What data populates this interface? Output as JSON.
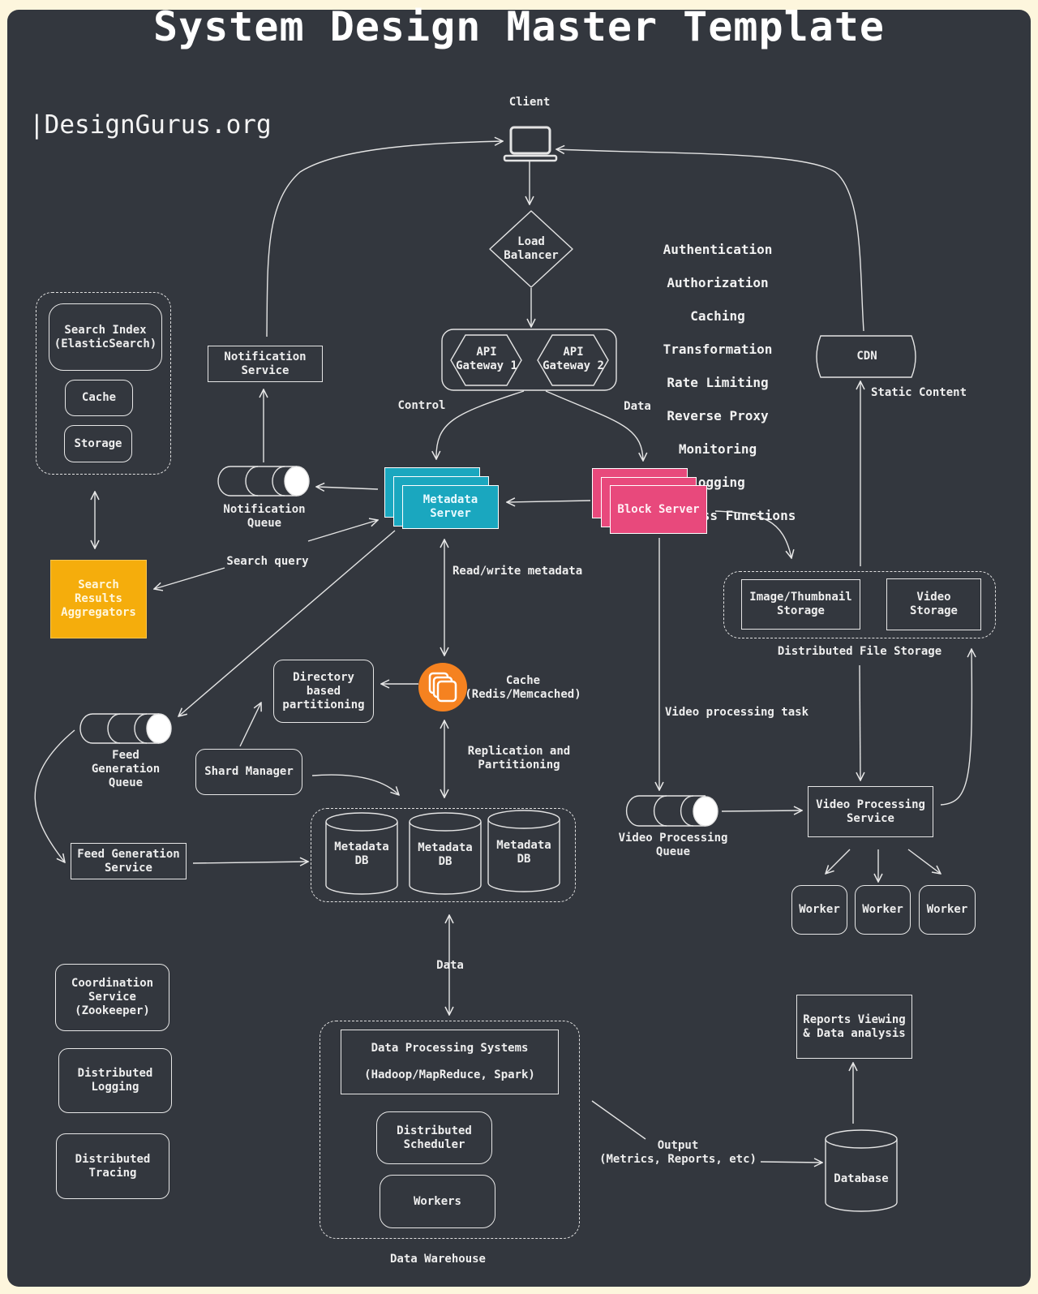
{
  "title": "System Design Master Template",
  "brand": "|DesignGurus.org",
  "colors": {
    "background": "#33373e",
    "metadata_server": "#1aa7bf",
    "block_server": "#e8497c",
    "search_aggregator": "#f5ad0c",
    "cache_icon": "#f58220"
  },
  "client": {
    "label": "Client",
    "icon": "laptop-icon"
  },
  "load_balancer": "Load\nBalancer",
  "gateways": [
    "API\nGateway 1",
    "API\nGateway 2"
  ],
  "gateway_features": [
    "Authentication",
    "Authorization",
    "Caching",
    "Transformation",
    "Rate Limiting",
    "Reverse Proxy",
    "Monitoring",
    "Logging",
    "Serverless Functions"
  ],
  "cdn": "CDN",
  "static_content": "Static Content",
  "edges": {
    "control": "Control",
    "data": "Data",
    "search_query": "Search query",
    "read_write": "Read/write metadata",
    "replication": "Replication and\nPartitioning",
    "video_task": "Video processing task",
    "warehouse_data": "Data",
    "output": "Output\n(Metrics, Reports, etc)"
  },
  "search_cluster": {
    "items": [
      "Search Index\n(ElasticSearch)",
      "Cache",
      "Storage"
    ]
  },
  "search_aggregator": "Search\nResults\nAggregators",
  "notification_service": "Notification\nService",
  "notification_queue": "Notification\nQueue",
  "metadata_server": "Metadata\nServer",
  "block_server": "Block Server",
  "file_storage": {
    "items": [
      "Image/Thumbnail\nStorage",
      "Video\nStorage"
    ],
    "label": "Distributed File Storage"
  },
  "directory_partitioning": "Directory\nbased\npartitioning",
  "cache": {
    "label": "Cache\n(Redis/Memcached)",
    "icon": "cache-stack-icon"
  },
  "feed_queue": "Feed Generation\nQueue",
  "shard_manager": "Shard Manager",
  "feed_service": "Feed Generation\nService",
  "metadata_dbs": [
    "Metadata\nDB",
    "Metadata\nDB",
    "Metadata\nDB"
  ],
  "video_queue": "Video Processing\nQueue",
  "video_service": "Video Processing\nService",
  "workers": [
    "Worker",
    "Worker",
    "Worker"
  ],
  "infra": [
    "Coordination\nService\n(Zookeeper)",
    "Distributed\nLogging",
    "Distributed\nTracing"
  ],
  "warehouse": {
    "processing_line1": "Data Processing Systems",
    "processing_line2": "(Hadoop/MapReduce, Spark)",
    "scheduler": "Distributed\nScheduler",
    "workers": "Workers",
    "label": "Data Warehouse"
  },
  "reports": "Reports Viewing\n& Data analysis",
  "database": "Database"
}
